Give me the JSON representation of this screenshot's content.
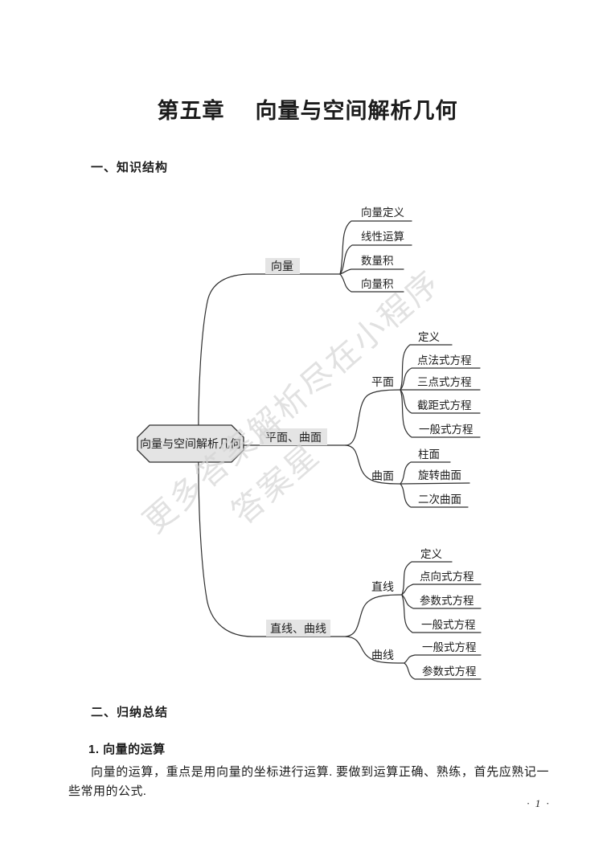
{
  "page": {
    "title_prefix": "第五章",
    "title_main": "向量与空间解析几何",
    "page_number": "· 1 ·"
  },
  "headings": {
    "section1": "一、知识结构",
    "section2": "二、归纳总结",
    "sub1": "1. 向量的运算"
  },
  "paragraph": {
    "text": "向量的运算，重点是用向量的坐标进行运算. 要做到运算正确、熟练，首先应熟记一些常用的公式."
  },
  "watermark": {
    "line1": "更多答案解析尽在小程序",
    "line2": "答案星",
    "color": "#d2d2d2"
  },
  "mindmap": {
    "root": "向量与空间解析几何",
    "node_fill": "#e4e4e4",
    "line_color": "#2f2f2f",
    "vector": {
      "label": "向量",
      "children": [
        "向量定义",
        "线性运算",
        "数量积",
        "向量积"
      ]
    },
    "plane_surface": {
      "label": "平面、曲面"
    },
    "plane": {
      "label": "平面",
      "children": [
        "定义",
        "点法式方程",
        "三点式方程",
        "截距式方程",
        "一般式方程"
      ]
    },
    "surface": {
      "label": "曲面",
      "children": [
        "柱面",
        "旋转曲面",
        "二次曲面"
      ]
    },
    "line_curve": {
      "label": "直线、曲线"
    },
    "line": {
      "label": "直线",
      "children": [
        "定义",
        "点向式方程",
        "参数式方程",
        "一般式方程"
      ]
    },
    "curve": {
      "label": "曲线",
      "children": [
        "一般式方程",
        "参数式方程"
      ]
    }
  }
}
